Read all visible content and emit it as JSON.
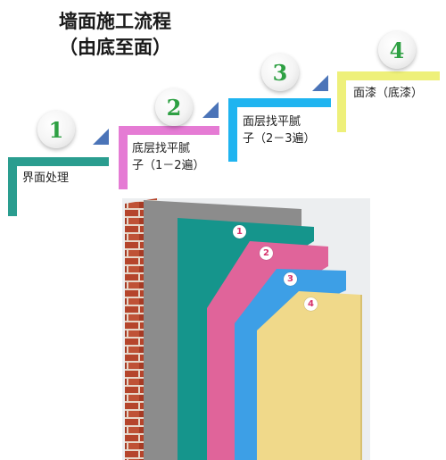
{
  "title": {
    "line1": "墙面施工流程",
    "line2": "（由底至面）"
  },
  "steps": [
    {
      "number": "1",
      "label_line1": "界面处理",
      "label_line2": "",
      "color": "#2a9d8f"
    },
    {
      "number": "2",
      "label_line1": "底层找平腻",
      "label_line2": "子（1－2遍）",
      "color": "#e57bd4"
    },
    {
      "number": "3",
      "label_line1": "面层找平腻",
      "label_line2": "子（2－3遍）",
      "color": "#1fb4f0"
    },
    {
      "number": "4",
      "label_line1": "面漆（底漆）",
      "label_line2": "",
      "color": "#eef07a"
    }
  ],
  "layers": [
    {
      "number": "1",
      "name": "teal-layer",
      "color": "#15958c"
    },
    {
      "number": "2",
      "name": "pink-layer",
      "color": "#e0649a"
    },
    {
      "number": "3",
      "name": "blue-layer",
      "color": "#3d9fe6"
    },
    {
      "number": "4",
      "name": "yellow-layer",
      "color": "#f0d98a"
    }
  ],
  "colors": {
    "arrow": "#4b74b8",
    "number_green": "#2ea043",
    "brick": "#b5452c",
    "gray_layer": "#8c8c8c"
  }
}
